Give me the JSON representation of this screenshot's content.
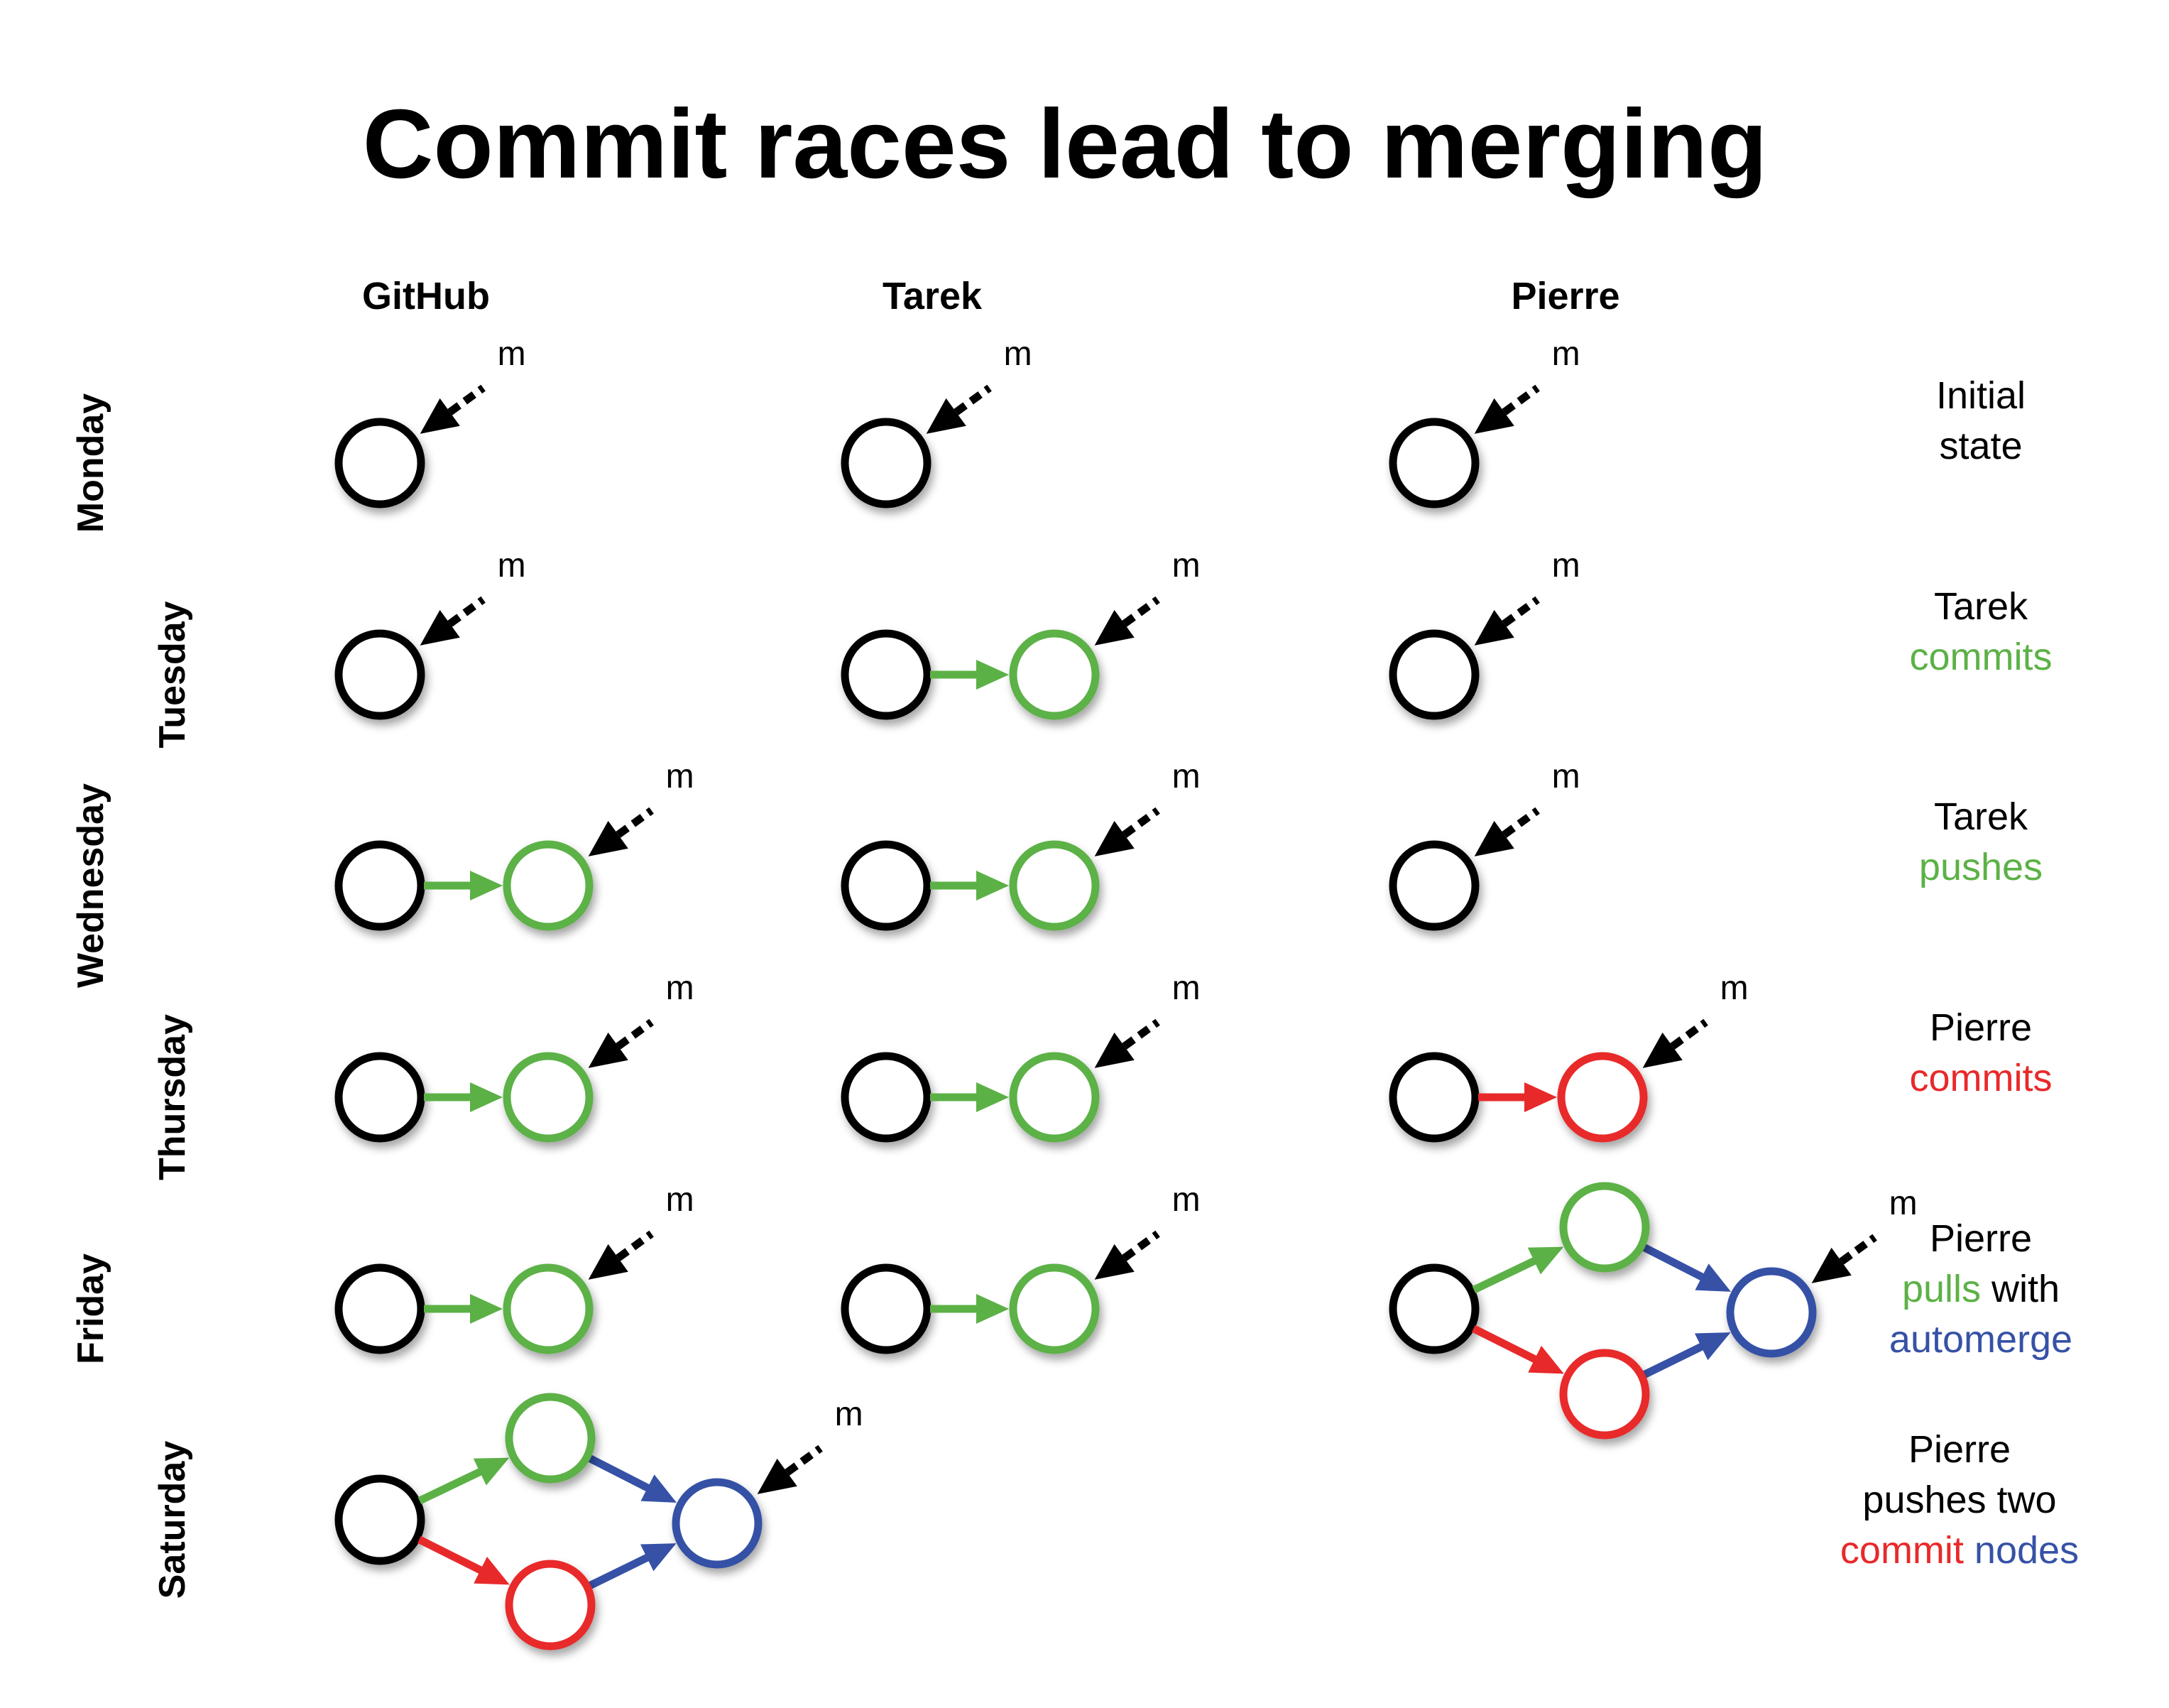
{
  "title": "Commit races lead to merging",
  "columns": [
    {
      "id": "github",
      "label": "GitHub"
    },
    {
      "id": "tarek",
      "label": "Tarek"
    },
    {
      "id": "pierre",
      "label": "Pierre"
    }
  ],
  "days": [
    "Monday",
    "Tuesday",
    "Wednesday",
    "Thursday",
    "Friday",
    "Saturday"
  ],
  "pointer_label": "m",
  "colors": {
    "black": "#000000",
    "green": "#5cb146",
    "red": "#e8292a",
    "blue": "#3651a6"
  },
  "descriptions": [
    {
      "lines": [
        [
          {
            "text": "Initial",
            "color": "black"
          }
        ],
        [
          {
            "text": "state",
            "color": "black"
          }
        ]
      ]
    },
    {
      "lines": [
        [
          {
            "text": "Tarek",
            "color": "black"
          }
        ],
        [
          {
            "text": "commits",
            "color": "green"
          }
        ]
      ]
    },
    {
      "lines": [
        [
          {
            "text": "Tarek",
            "color": "black"
          }
        ],
        [
          {
            "text": "pushes",
            "color": "green"
          }
        ]
      ]
    },
    {
      "lines": [
        [
          {
            "text": "Pierre",
            "color": "black"
          }
        ],
        [
          {
            "text": "commits",
            "color": "red"
          }
        ]
      ]
    },
    {
      "lines": [
        [
          {
            "text": "Pierre",
            "color": "black"
          }
        ],
        [
          {
            "text": "pulls",
            "color": "green"
          },
          {
            "text": " with",
            "color": "black"
          }
        ],
        [
          {
            "text": "automerge",
            "color": "blue"
          }
        ]
      ]
    },
    {
      "lines": [
        [
          {
            "text": "Pierre",
            "color": "black"
          }
        ],
        [
          {
            "text": "pushes two",
            "color": "black"
          }
        ],
        [
          {
            "text": "commit",
            "color": "red"
          },
          {
            "text": " nodes",
            "color": "blue"
          }
        ]
      ]
    }
  ],
  "graphs": [
    {
      "day": 0,
      "column": "github",
      "kind": "single"
    },
    {
      "day": 0,
      "column": "tarek",
      "kind": "single"
    },
    {
      "day": 0,
      "column": "pierre",
      "kind": "single"
    },
    {
      "day": 1,
      "column": "github",
      "kind": "single"
    },
    {
      "day": 1,
      "column": "tarek",
      "kind": "pair",
      "second": "green"
    },
    {
      "day": 1,
      "column": "pierre",
      "kind": "single"
    },
    {
      "day": 2,
      "column": "github",
      "kind": "pair",
      "second": "green"
    },
    {
      "day": 2,
      "column": "tarek",
      "kind": "pair",
      "second": "green"
    },
    {
      "day": 2,
      "column": "pierre",
      "kind": "single"
    },
    {
      "day": 3,
      "column": "github",
      "kind": "pair",
      "second": "green"
    },
    {
      "day": 3,
      "column": "tarek",
      "kind": "pair",
      "second": "green"
    },
    {
      "day": 3,
      "column": "pierre",
      "kind": "pair",
      "second": "red"
    },
    {
      "day": 4,
      "column": "github",
      "kind": "pair",
      "second": "green"
    },
    {
      "day": 4,
      "column": "tarek",
      "kind": "pair",
      "second": "green"
    },
    {
      "day": 4,
      "column": "pierre",
      "kind": "merge"
    },
    {
      "day": 5,
      "column": "github",
      "kind": "merge"
    }
  ]
}
